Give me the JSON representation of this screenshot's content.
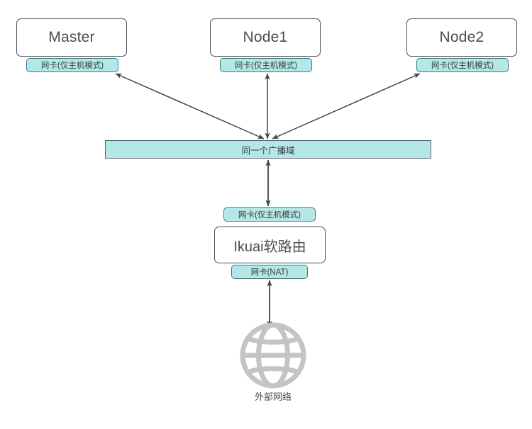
{
  "diagram": {
    "title": "",
    "colors": {
      "nic_fill": "#b4e7e7",
      "nic_border": "#3a7d7d",
      "box_border": "#4a4f5b",
      "bar_fill": "#b4e7e7",
      "bar_border": "#5a636e",
      "edge": "#434343",
      "globe": "#c4c4c4",
      "text": "#4d4d4d",
      "background": "#ffffff"
    },
    "hosts": [
      {
        "id": "master",
        "label": "Master",
        "nic_label": "网卡(仅主机模式)"
      },
      {
        "id": "node1",
        "label": "Node1",
        "nic_label": "网卡(仅主机模式)"
      },
      {
        "id": "node2",
        "label": "Node2",
        "nic_label": "网卡(仅主机模式)"
      }
    ],
    "broadcast_domain": {
      "label": "同一个广播域"
    },
    "router": {
      "label": "Ikuai软路由",
      "uplink_nic_label": "网卡(仅主机模式)",
      "downlink_nic_label": "网卡(NAT)"
    },
    "external": {
      "label": "外部网络",
      "icon": "globe-icon"
    },
    "connections": [
      {
        "from": "master-nic",
        "to": "broadcast-domain",
        "arrow": "both"
      },
      {
        "from": "node1-nic",
        "to": "broadcast-domain",
        "arrow": "both"
      },
      {
        "from": "node2-nic",
        "to": "broadcast-domain",
        "arrow": "both"
      },
      {
        "from": "broadcast-domain",
        "to": "router-uplink-nic",
        "arrow": "both"
      },
      {
        "from": "router-downlink-nic",
        "to": "external-network",
        "arrow": "both"
      }
    ]
  }
}
